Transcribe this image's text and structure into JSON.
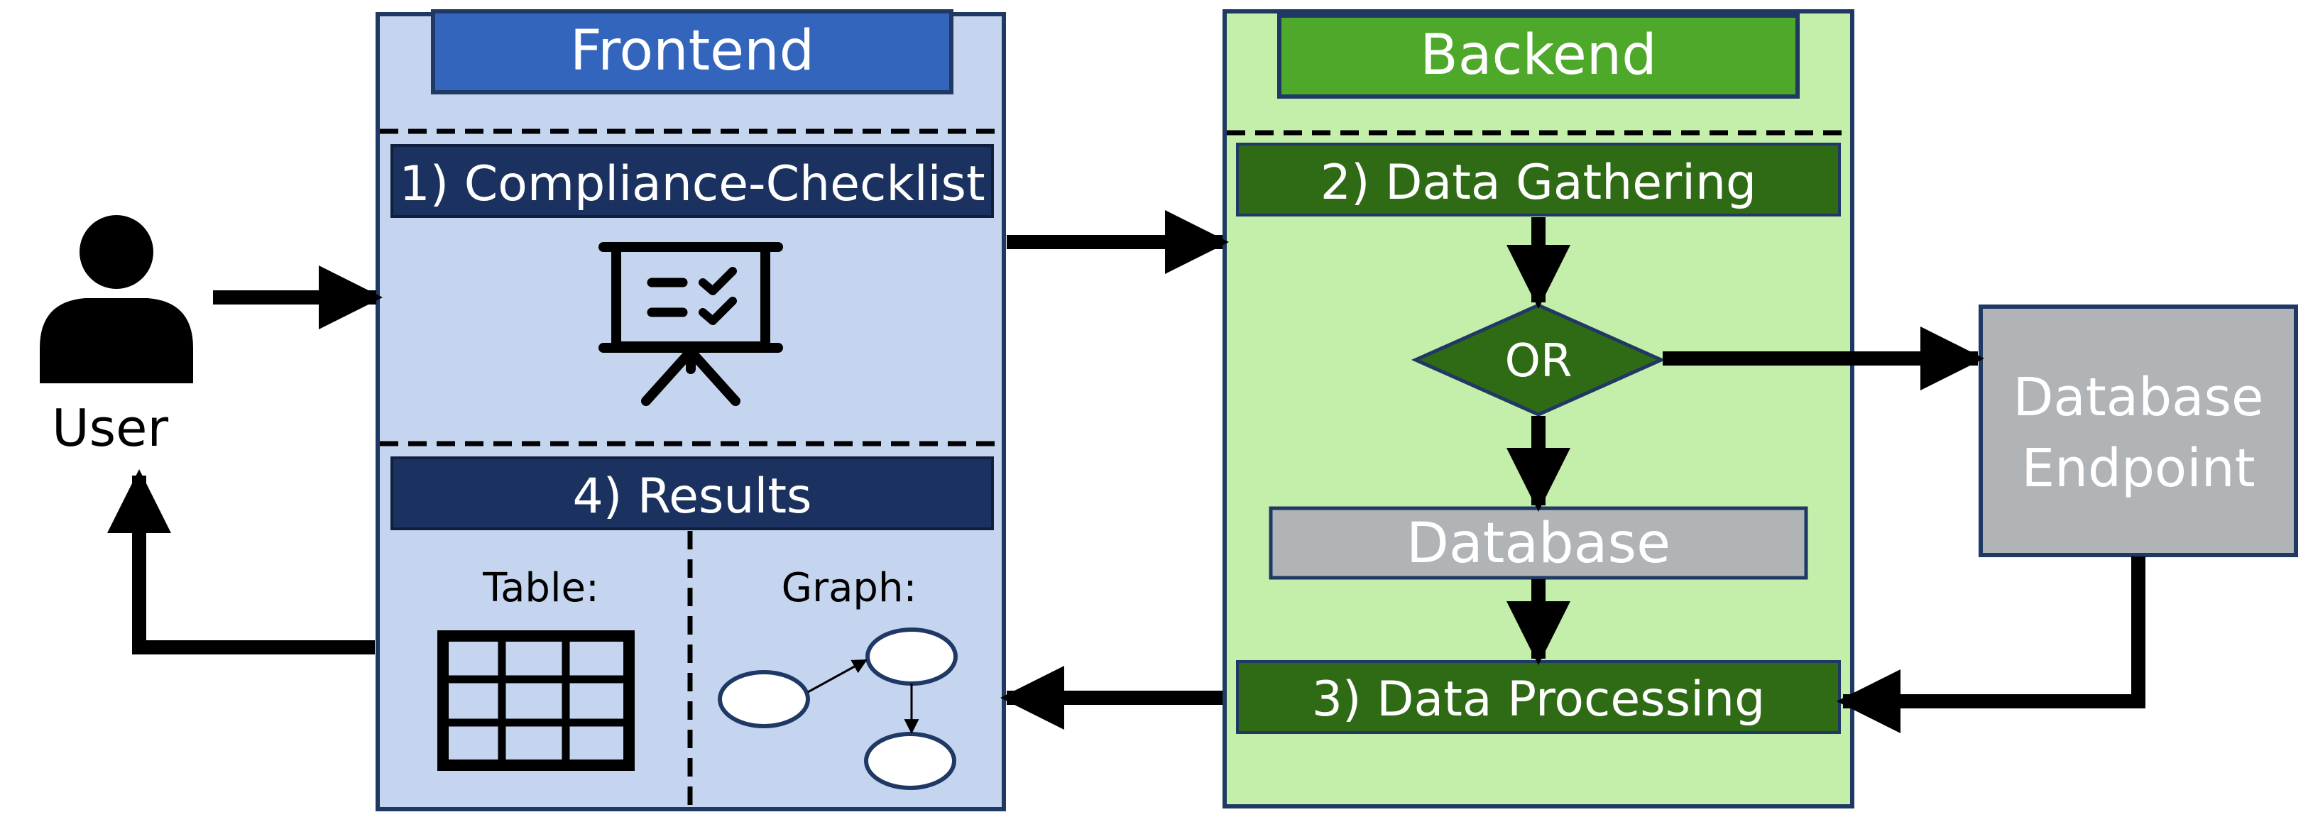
{
  "user": {
    "label": "User"
  },
  "frontend": {
    "title": "Frontend",
    "checklist_label": "1) Compliance-Checklist",
    "results_label": "4) Results",
    "table_label": "Table:",
    "graph_label": "Graph:"
  },
  "backend": {
    "title": "Backend",
    "gathering_label": "2) Data Gathering",
    "decision_label": "OR",
    "database_label": "Database",
    "processing_label": "3) Data Processing"
  },
  "endpoint": {
    "line1": "Database",
    "line2": "Endpoint"
  },
  "colors": {
    "frontend_bg": "#c5d5ef",
    "frontend_header": "#3465bc",
    "frontend_bar": "#1b3260",
    "backend_bg": "#c3efaa",
    "backend_header": "#4ea82a",
    "backend_bar": "#2f6b14",
    "gray_box": "#b0b4b7",
    "border": "#1f3864"
  },
  "icons": [
    "user-icon",
    "presentation-checklist-icon",
    "table-icon",
    "graph-icon"
  ]
}
